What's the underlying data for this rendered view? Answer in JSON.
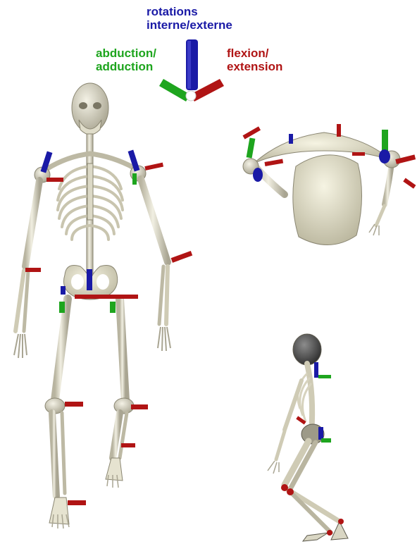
{
  "colors": {
    "rotation": "#1a1aa6",
    "abduction": "#1ea51e",
    "flexion": "#b01414",
    "bone": "#e7e4d2",
    "bone_shade": "#a9a592",
    "bone_outline": "#8a8672"
  },
  "labels": {
    "rotation": {
      "line1": "rotations",
      "line2": "interne/externe"
    },
    "abduction": {
      "line1": "abduction/",
      "line2": "adduction"
    },
    "flexion": {
      "line1": "flexion/",
      "line2": "extension"
    }
  },
  "views": {
    "front": {
      "name": "front-view-skeleton"
    },
    "top": {
      "name": "top-view-skeleton"
    },
    "side": {
      "name": "side-view-skeleton"
    }
  },
  "icons": [
    "axis-triad-icon",
    "front-skeleton-icon",
    "top-skeleton-icon",
    "side-skeleton-icon"
  ]
}
